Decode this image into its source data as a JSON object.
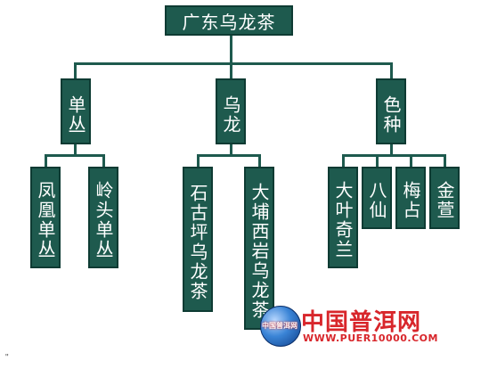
{
  "diagram": {
    "root": "广东乌龙茶",
    "branches": [
      {
        "label": "单丛",
        "children": [
          "凤凰单丛",
          "岭头单丛"
        ]
      },
      {
        "label": "乌龙",
        "children": [
          "石古坪乌龙茶",
          "大埔西岩乌龙茶"
        ]
      },
      {
        "label": "色种",
        "children": [
          "大叶奇兰",
          "八仙",
          "梅占",
          "金萱"
        ]
      }
    ]
  },
  "watermark": {
    "logo_text": "中国普洱网",
    "title": "中国普洱网",
    "url": "WWW.PUER10000.COM"
  },
  "footnote": "\"",
  "colors": {
    "box_fill": "#1e5a4e",
    "box_border": "#0e3b33",
    "watermark_red": "#d8262b"
  }
}
